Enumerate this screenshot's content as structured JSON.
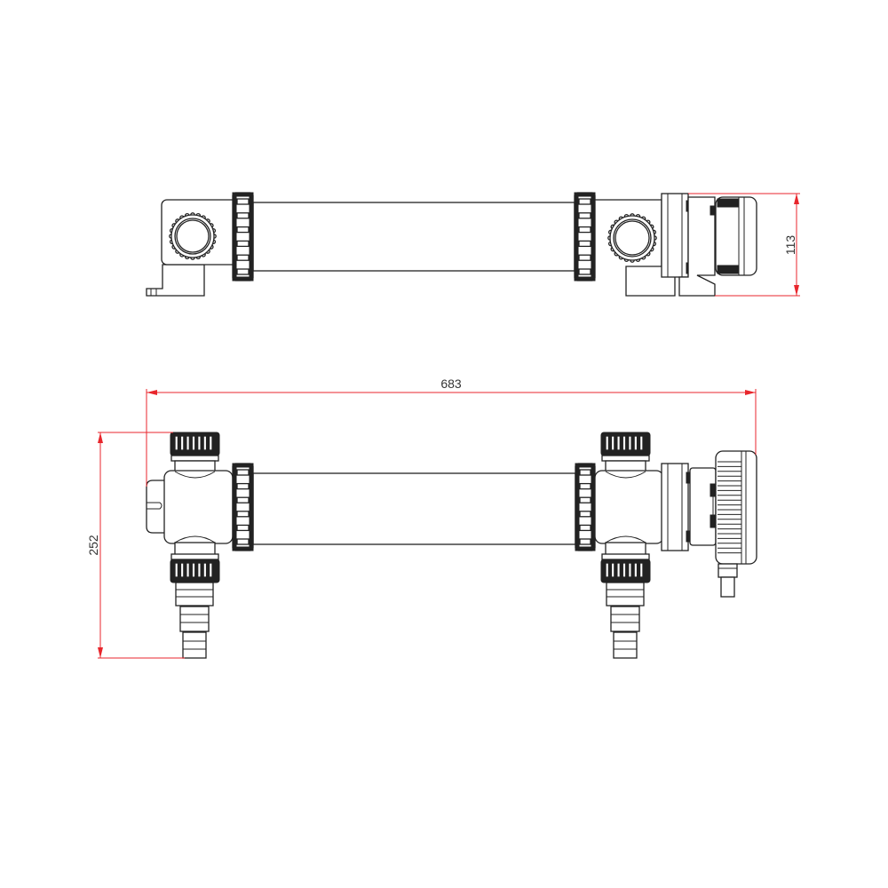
{
  "colors": {
    "outline": "#222222",
    "dimension": "#e8262c",
    "background": "#ffffff"
  },
  "views": [
    {
      "name": "top-view",
      "dimensions": [
        {
          "label": "113",
          "orientation": "vertical"
        }
      ]
    },
    {
      "name": "front-view",
      "dimensions": [
        {
          "label": "683",
          "orientation": "horizontal"
        },
        {
          "label": "252",
          "orientation": "vertical"
        }
      ]
    }
  ]
}
